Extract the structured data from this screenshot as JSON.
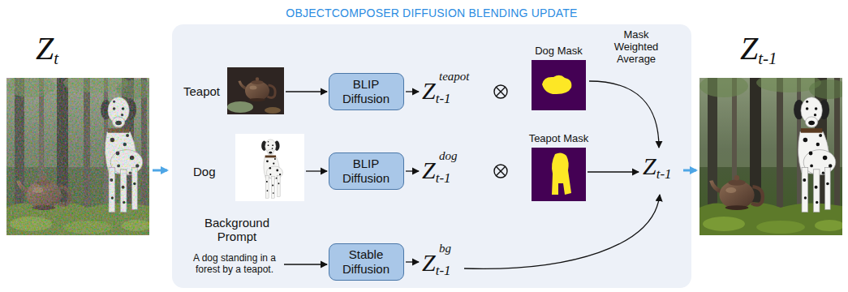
{
  "diagram": {
    "title": "OBJECTCOMPOSER DIFFUSION BLENDING UPDATE",
    "nodes": [
      {
        "text": [
          "BLIP Diffusion"
        ]
      },
      {
        "text": [
          "BLIP Diffusion"
        ]
      },
      {
        "text": [
          "Stable Diffusion"
        ]
      }
    ],
    "labels": [
      "Zt",
      "Teapot",
      "Zt-1",
      "teapot",
      "Dog Mask",
      "Mask Weighted Average",
      "Dog",
      "Zt-1",
      "dog",
      "Teapot Mask",
      "Zt-1",
      "Background Prompt",
      "A dog standing in a forest by a teapot.",
      "Zt-1",
      "bg",
      "Zt-1"
    ]
  }
}
